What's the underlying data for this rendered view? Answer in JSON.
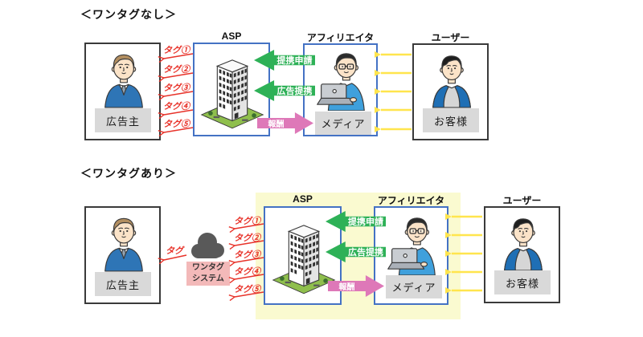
{
  "sections": [
    {
      "title": "＜ワンタグなし＞",
      "entities": {
        "advertiser": {
          "label": "広告主"
        },
        "asp": {
          "title": "ASP"
        },
        "affiliater": {
          "title": "アフィリエイター",
          "label": "メディア"
        },
        "user": {
          "title": "ユーザー",
          "label": "お客様"
        }
      },
      "tags": [
        "タグ①",
        "タグ②",
        "タグ③",
        "タグ④",
        "タグ⑤"
      ],
      "flows": {
        "apply": "提携申請",
        "partner": "広告提携",
        "reward": "報酬"
      }
    },
    {
      "title": "＜ワンタグあり＞",
      "entities": {
        "advertiser": {
          "label": "広告主"
        },
        "asp": {
          "title": "ASP"
        },
        "affiliater": {
          "title": "アフィリエイター",
          "label": "メディア"
        },
        "user": {
          "title": "ユーザー",
          "label": "お客様"
        }
      },
      "tags": [
        "タグ①",
        "タグ②",
        "タグ③",
        "タグ④",
        "タグ⑤"
      ],
      "flows": {
        "apply": "提携申請",
        "partner": "広告提携",
        "reward": "報酬"
      },
      "onetag": {
        "line1": "ワンタグ",
        "line2": "システム",
        "tag": "タグ"
      }
    }
  ],
  "icons": {
    "cloud": "cloud-icon",
    "building": "building-icon",
    "advertiser": "businessman-icon",
    "affiliater": "affiliater-laptop-icon",
    "user": "customer-icon"
  },
  "colors": {
    "box_border_blue": "#4472c4",
    "box_border_black": "#3a3a3a",
    "arrow_red": "#e8332a",
    "arrow_green": "#2eb157",
    "arrow_pink": "#de78b8",
    "arrow_yellow": "#ffe54d",
    "label_bg_gray": "#d9d9d9",
    "highlight_bg_yellow": "#fafad0",
    "onetag_bg_pink": "#f3b9b9",
    "cloud_gray": "#595959"
  }
}
